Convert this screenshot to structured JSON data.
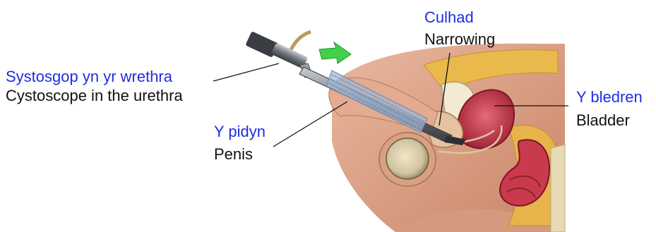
{
  "labels": {
    "cystoscope": {
      "welsh": "Systosgop yn yr wrethra",
      "english": "Cystoscope in the urethra"
    },
    "narrowing": {
      "welsh": "Culhad",
      "english": "Narrowing"
    },
    "bladder": {
      "welsh": "Y bledren",
      "english": "Bladder"
    },
    "penis": {
      "welsh": "Y pidyn",
      "english": "Penis"
    }
  },
  "colors": {
    "welsh_label": "#1f2de0",
    "english_label": "#111111",
    "skin": "#e2a98c",
    "fat": "#e9b84a",
    "muscle": "#c8394a",
    "arrow": "#2ecc40",
    "instrument": "#8a8f96"
  }
}
